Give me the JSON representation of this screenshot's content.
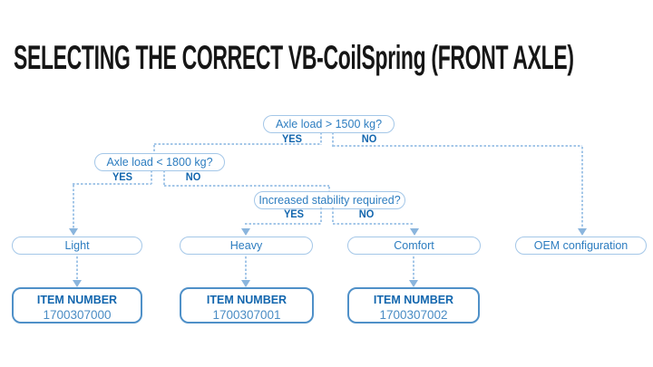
{
  "title": "SELECTING THE CORRECT VB-CoilSpring (FRONT AXLE)",
  "flowchart": {
    "decisions": [
      {
        "question": "Axle load > 1500 kg?",
        "yes": "YES",
        "no": "NO"
      },
      {
        "question": "Axle load < 1800 kg?",
        "yes": "YES",
        "no": "NO"
      },
      {
        "question": "Increased stability required?",
        "yes": "YES",
        "no": "NO"
      }
    ],
    "results": [
      {
        "label": "Light"
      },
      {
        "label": "Heavy"
      },
      {
        "label": "Comfort"
      },
      {
        "label": "OEM configuration"
      }
    ],
    "items": [
      {
        "heading": "ITEM NUMBER",
        "number": "1700307000"
      },
      {
        "heading": "ITEM NUMBER",
        "number": "1700307001"
      },
      {
        "heading": "ITEM NUMBER",
        "number": "1700307002"
      }
    ]
  },
  "colors": {
    "title_text": "#161616",
    "question_text": "#2d7dc0",
    "yes_no_text": "#1266ae",
    "light_border": "#a4c7e8",
    "item_border": "#4f90c8",
    "item_number_text": "#4a8cc4",
    "arrow": "#8ab5dd"
  }
}
